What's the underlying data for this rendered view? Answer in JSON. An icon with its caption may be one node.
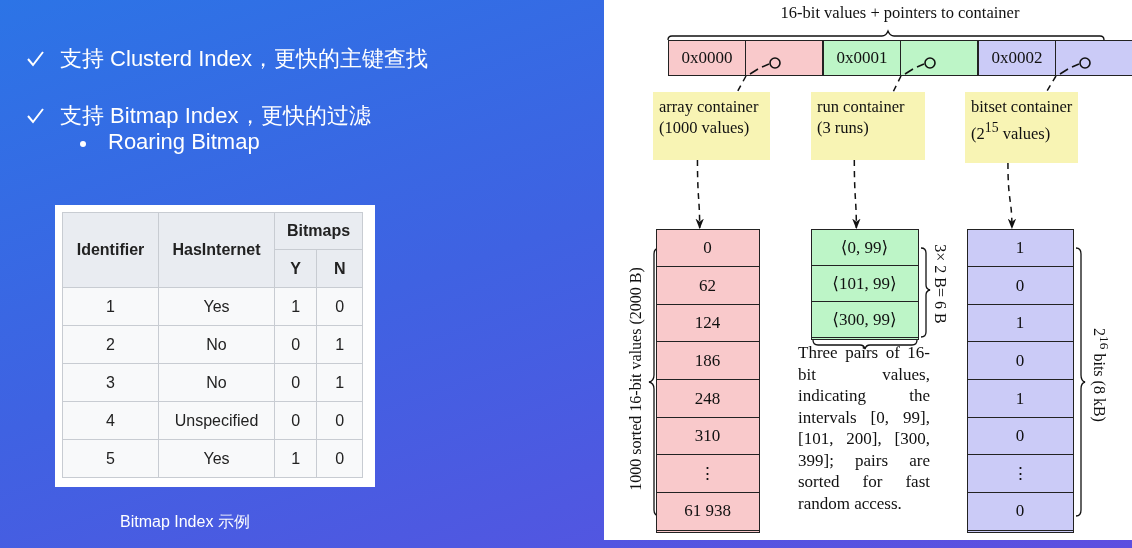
{
  "diagram": {
    "nodes": [
      {
        "text": [
          "0x0000"
        ]
      },
      {
        "text": [],
        "shape": "box"
      },
      {
        "text": [
          "0x0001"
        ]
      },
      {
        "text": [],
        "shape": "box"
      },
      {
        "text": [
          "0x0002"
        ]
      },
      {
        "text": [],
        "shape": "box"
      },
      {
        "text": [
          "array container (1000 values)"
        ]
      },
      {
        "text": [
          "run container (3 runs)"
        ]
      },
      {
        "text": [
          "bitset container (2$^{15}$ values)"
        ]
      },
      {
        "text": [],
        "shape": "box"
      },
      {
        "text": [
          "0"
        ],
        "in": 9
      },
      {
        "text": [
          "62"
        ],
        "in": 9
      },
      {
        "text": [
          "124"
        ],
        "in": 9
      },
      {
        "text": [
          "186"
        ],
        "in": 9
      },
      {
        "text": [
          "248"
        ],
        "in": 9
      },
      {
        "text": [
          "310"
        ],
        "in": 9
      },
      {
        "text": [
          "⋮"
        ],
        "in": 9
      },
      {
        "text": [
          "61 938"
        ],
        "in": 9
      },
      {
        "text": [],
        "shape": "box"
      },
      {
        "text": [
          "⟨0, 99⟩"
        ],
        "in": 18
      },
      {
        "text": [
          "⟨101, 99⟩"
        ],
        "in": 18
      },
      {
        "text": [
          "⟨300, 99⟩"
        ],
        "in": 18
      },
      {
        "text": [],
        "shape": "box"
      },
      {
        "text": [
          "1"
        ],
        "in": 22
      },
      {
        "text": [
          "0"
        ],
        "in": 22
      },
      {
        "text": [
          "1"
        ],
        "in": 22
      },
      {
        "text": [
          "0"
        ],
        "in": 22
      },
      {
        "text": [
          "1"
        ],
        "in": 22
      },
      {
        "text": [
          "0"
        ],
        "in": 22
      },
      {
        "text": [
          "⋮"
        ],
        "in": 22
      },
      {
        "text": [
          "0"
        ],
        "in": 22
      }
    ],
    "edges": [
      {
        "from": 1,
        "to": 6,
        "arrow": "none",
        "style": "dashed"
      },
      {
        "from": 6,
        "to": 9,
        "arrow": "to",
        "style": "dashed"
      },
      {
        "from": 3,
        "to": 7,
        "arrow": "none",
        "style": "dashed"
      },
      {
        "from": 7,
        "to": 18,
        "arrow": "to",
        "style": "dashed"
      },
      {
        "from": 5,
        "to": 8,
        "arrow": "none",
        "style": "dashed"
      },
      {
        "from": 8,
        "to": 22,
        "arrow": "to",
        "style": "dashed"
      }
    ],
    "labels": [
      "支持 Clusterd Index，更快的主键查找",
      "支持 Bitmap Index，更快的过滤",
      "Roaring Bitmap",
      "Identifier",
      "HasInternet",
      "Bitmaps",
      "Y",
      "N",
      "1",
      "Yes",
      "1",
      "0",
      "2",
      "No",
      "0",
      "1",
      "3",
      "No",
      "0",
      "1",
      "4",
      "Unspecified",
      "0",
      "0",
      "5",
      "Yes",
      "1",
      "0",
      "Bitmap Index 示例",
      "16-bit values + pointers to container",
      "1000 sorted 16-bit values (2000 B)",
      "3× 2 B= 6 B",
      "Three pairs of 16-bit values, indicating the intervals [0, 99], [101, 200], [300, 399]; pairs are sorted for fast random access.",
      "2$^{16}$ bits (8 kB)"
    ]
  }
}
